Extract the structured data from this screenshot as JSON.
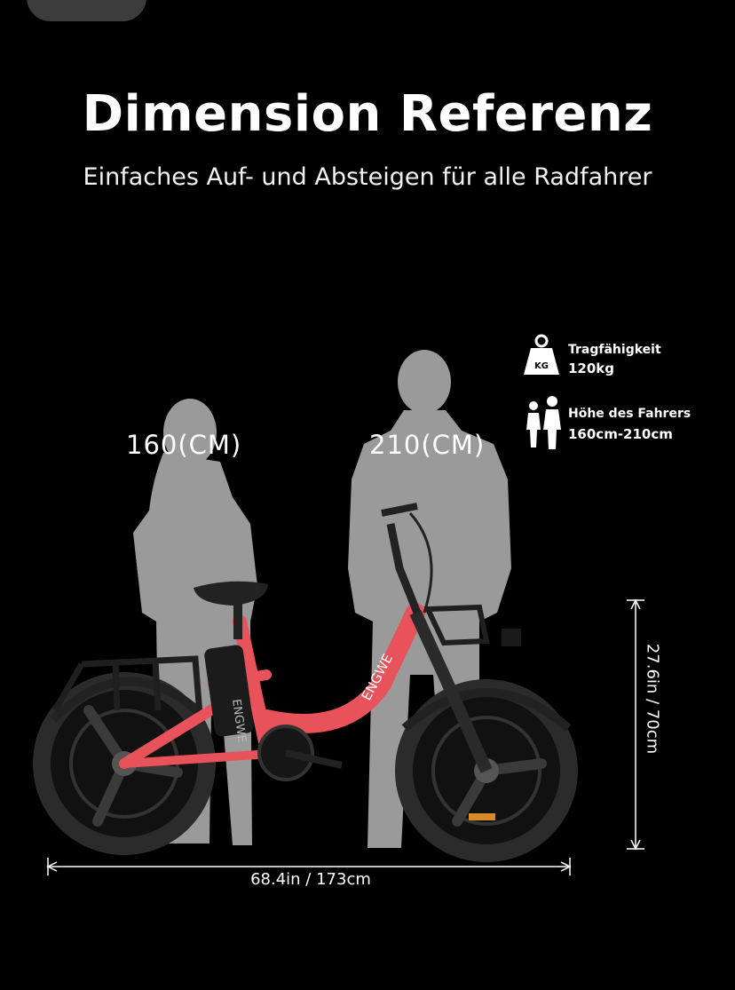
{
  "header": {
    "title": "Dimension Referenz",
    "subtitle": "Einfaches Auf- und Absteigen für alle Radfahrer"
  },
  "specs": {
    "load": {
      "label": "Tragfähigkeit",
      "value": "120kg",
      "icon_text": "KG",
      "icon": "weight-icon"
    },
    "rider": {
      "label": "Höhe des Fahrers",
      "value": "160cm-210cm",
      "icon": "riders-icon"
    }
  },
  "figures": {
    "short_label": "160(CM)",
    "tall_label": "210(CM)"
  },
  "bike": {
    "brand": "ENGWE",
    "frame_color": "#e8525a"
  },
  "dimensions": {
    "length": "68.4in / 173cm",
    "height": "27.6in / 70cm"
  },
  "colors": {
    "background": "#000000",
    "silhouette": "#9a9a9a"
  }
}
